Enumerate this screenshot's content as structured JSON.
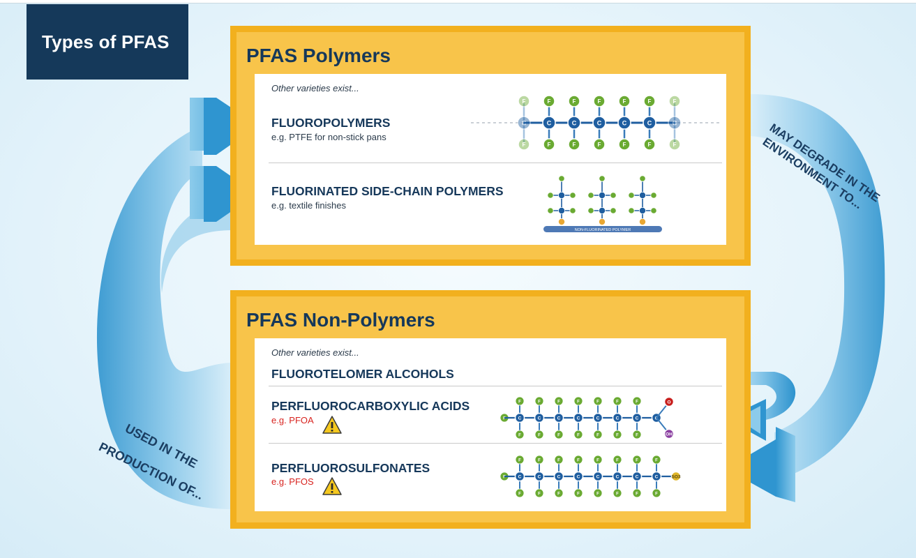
{
  "title": "Types of PFAS",
  "polymers": {
    "heading": "PFAS Polymers",
    "note": "Other varieties exist...",
    "items": [
      {
        "name": "FLUOROPOLYMERS",
        "example": "e.g. PTFE for non-stick pans"
      },
      {
        "name": "FLUORINATED SIDE-CHAIN POLYMERS",
        "example": "e.g. textile finishes"
      }
    ],
    "backbone_label": "NON-FLUORINATED POLYMER"
  },
  "non_polymers": {
    "heading": "PFAS Non-Polymers",
    "note": "Other varieties exist...",
    "items": [
      {
        "name": "FLUOROTELOMER ALCOHOLS",
        "example": ""
      },
      {
        "name": "PERFLUOROCARBOXYLIC ACIDS",
        "example": "e.g. PFOA"
      },
      {
        "name": "PERFLUOROSULFONATES",
        "example": "e.g. PFOS"
      }
    ]
  },
  "arrows": {
    "left_label": [
      "USED IN THE",
      "PRODUCTION OF..."
    ],
    "right_label": [
      "MAY DEGRADE IN THE",
      "ENVIRONMENT TO..."
    ]
  },
  "atoms": {
    "fluorine": "F",
    "carbon": "C",
    "oxygen": "O",
    "hydroxyl": "OH",
    "sulfonate": "SO3"
  },
  "colors": {
    "navy": "#15395a",
    "gold_border": "#f2b01e",
    "gold_fill": "#f8c44a",
    "arrow_blue": "#4aa8d8",
    "fluorine": "#6aaa32",
    "carbon": "#1f5ea0",
    "warning_red": "#d8231f"
  }
}
